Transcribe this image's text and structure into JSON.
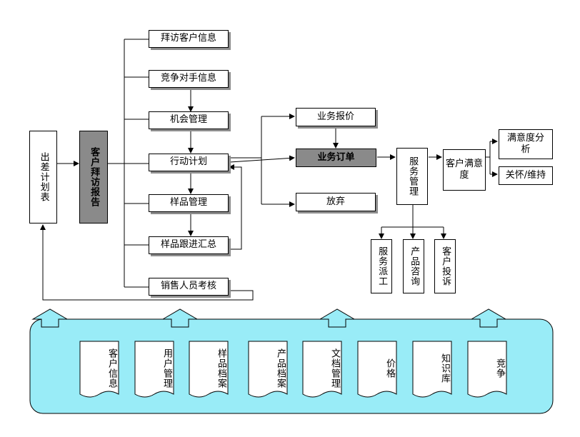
{
  "left_panel": {
    "plan_table": "出差计划表",
    "visit_report": "客户拜访报告"
  },
  "branches": [
    "拜访客户信息",
    "竞争对手信息",
    "机会管理",
    "行动计划",
    "样品管理",
    "样品跟进汇总",
    "销售人员考核"
  ],
  "business": {
    "quote": "业务报价",
    "order": "业务订单",
    "abandon": "放弃"
  },
  "service": {
    "manage": "服务管理",
    "dispatch": "服务派工",
    "consult": "产品咨询",
    "complaint": "客户投诉"
  },
  "satisfaction": {
    "customer": "客户满意度",
    "analysis": "满意度分析",
    "care": "关怀/维持"
  },
  "database": [
    "客户信息",
    "用户管理",
    "样品档案",
    "产品档案",
    "文档管理",
    "价格",
    "知识库",
    "竞争"
  ],
  "colors": {
    "panel_fill": "#99ecf7",
    "gray_box": "#8a8a8a"
  }
}
